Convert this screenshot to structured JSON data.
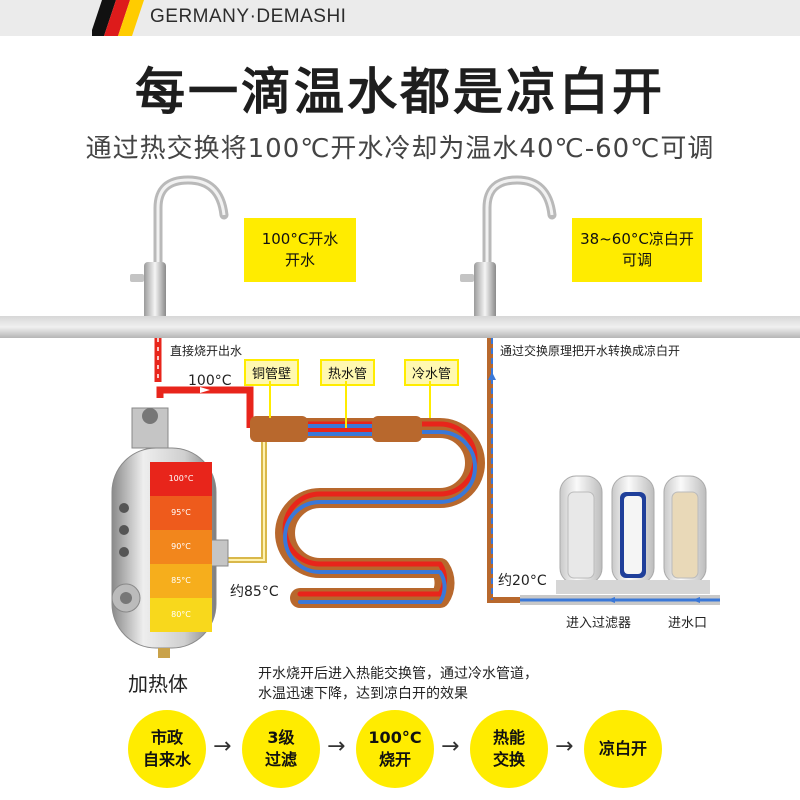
{
  "header": {
    "brand": "GERMANY·DEMASHI"
  },
  "title": "每一滴温水都是凉白开",
  "subtitle": "通过热交换将100℃开水冷却为温水40℃-60℃可调",
  "faucets": {
    "hot_label_line1": "100°C开水",
    "hot_label_line2": "开水",
    "cold_label_line1": "38~60°C凉白开",
    "cold_label_line2": "可调"
  },
  "pipes": {
    "direct_boil": "直接烧开出水",
    "convert_note": "通过交换原理把开水转换成凉白开",
    "temp_100": "100°C",
    "temp_85": "约85°C",
    "temp_20": "约20°C"
  },
  "tags": {
    "copper": "铜管壁",
    "hot_pipe": "热水管",
    "cold_pipe": "冷水管"
  },
  "tank": {
    "label": "加热体",
    "levels": [
      "100°C",
      "95°C",
      "90°C",
      "85°C",
      "80°C"
    ],
    "colors": [
      "#e8251b",
      "#ee5b1c",
      "#f2861c",
      "#f6ae1c",
      "#f8d81c"
    ]
  },
  "filters": {
    "enter_label": "进入过滤器",
    "inlet_label": "进水口"
  },
  "description": {
    "line1": "开水烧开后进入热能交换管，通过冷水管道，",
    "line2": "水温迅速下降，达到凉白开的效果"
  },
  "flow": [
    {
      "l1": "市政",
      "l2": "自来水"
    },
    {
      "l1": "3级",
      "l2": "过滤"
    },
    {
      "l1": "100°C",
      "l2": "烧开"
    },
    {
      "l1": "热能",
      "l2": "交换"
    },
    {
      "l1": "凉白开",
      "l2": ""
    }
  ],
  "colors": {
    "accent": "#ffec00",
    "hot": "#e8251b",
    "cold": "#3a78d8",
    "copper": "#b8682d"
  }
}
